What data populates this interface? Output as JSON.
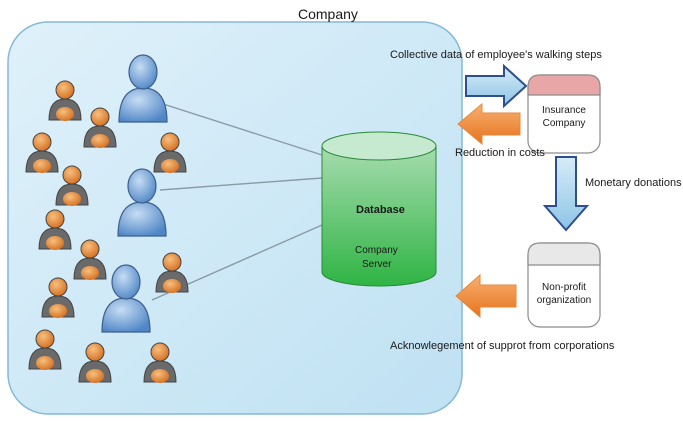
{
  "company_label": "Company",
  "database": {
    "title": "Database",
    "subtitle_line1": "Company",
    "subtitle_line2": "Server"
  },
  "insurance": {
    "line1": "Insurance",
    "line2": "Company"
  },
  "nonprofit": {
    "line1": "Non-profit",
    "line2": "organization"
  },
  "flows": {
    "walking_data": "Collective data of employee's walking steps",
    "cost_reduction": "Reduction in costs",
    "donations": "Monetary donations",
    "acknowledgement": "Acknowlegement of supprot from corporations"
  },
  "colors": {
    "company_fill": "#cfe9f6",
    "db_green": "#3fbf4f",
    "blue_arrow": "#a9d2ec",
    "orange_arrow": "#f08a2c",
    "insurance_header": "#e9a6a6",
    "employee_large": "#6f9fd6",
    "employee_small": "#e8883a"
  }
}
